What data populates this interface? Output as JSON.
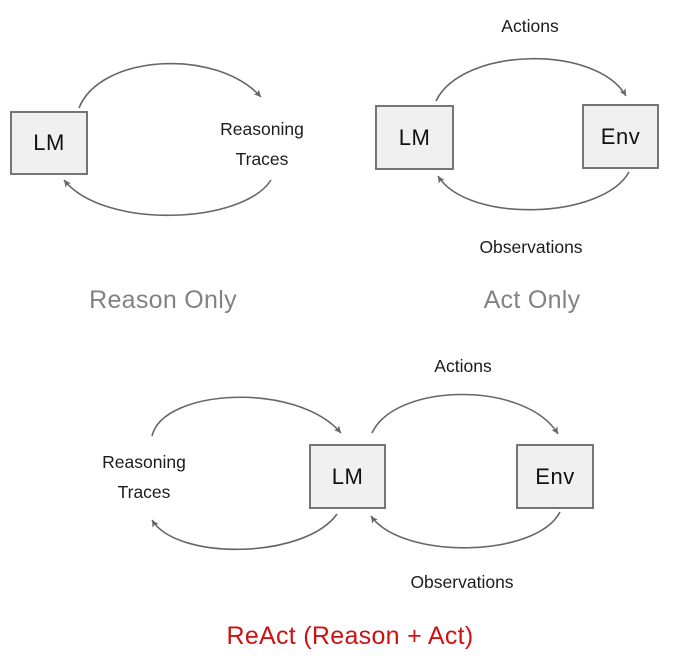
{
  "colors": {
    "box_fill": "#f0f0f0",
    "box_border": "#757575",
    "arrow": "#666666",
    "label_text": "#1c1c1c",
    "caption_gray": "#828282",
    "react_red": "#cc1212"
  },
  "panels": {
    "reason_only": {
      "node_lm": "LM",
      "loop_label_line1": "Reasoning",
      "loop_label_line2": "Traces",
      "caption": "Reason Only"
    },
    "act_only": {
      "node_lm": "LM",
      "node_env": "Env",
      "top_arrow_label": "Actions",
      "bottom_arrow_label": "Observations",
      "caption": "Act Only"
    },
    "react": {
      "node_lm": "LM",
      "node_env": "Env",
      "left_loop_line1": "Reasoning",
      "left_loop_line2": "Traces",
      "top_arrow_label": "Actions",
      "bottom_arrow_label": "Observations",
      "caption": "ReAct (Reason + Act)"
    }
  }
}
